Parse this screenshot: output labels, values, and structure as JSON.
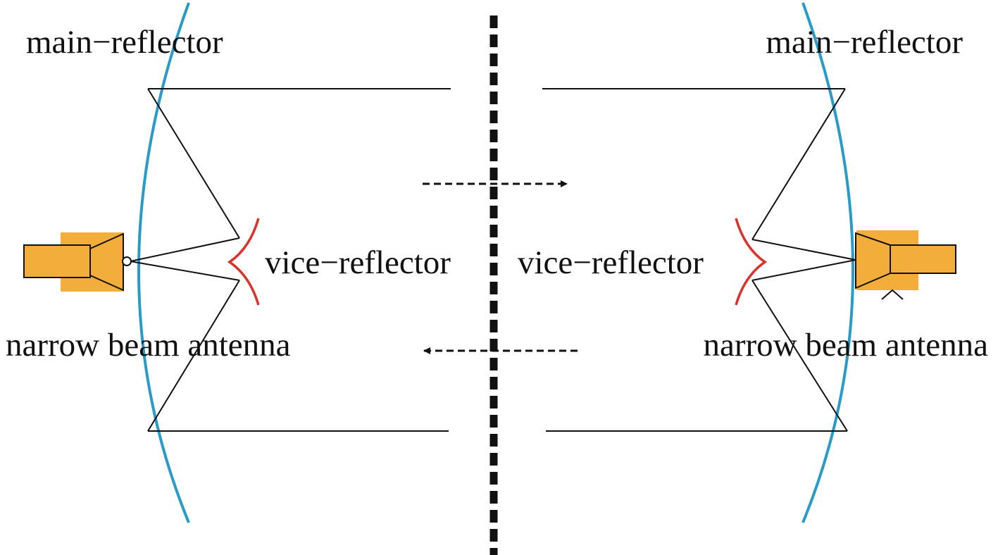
{
  "labels": {
    "main_reflector_left": "main−reflector",
    "main_reflector_right": "main−reflector",
    "vice_reflector_left": "vice−reflector",
    "vice_reflector_right": "vice−reflector",
    "narrow_beam_left": "narrow beam antenna",
    "narrow_beam_right": "narrow beam antenna"
  },
  "colors": {
    "main_reflector": "#2a9bc9",
    "vice_reflector": "#d9332b",
    "antenna_body": "#f2ad3a",
    "ray_line": "#111111",
    "divider": "#111111",
    "background": "#ffffff"
  },
  "icons": {
    "antenna_left": "feed-horn-icon",
    "antenna_right": "feed-horn-icon",
    "arrow_right": "dashed-arrow-right-icon",
    "arrow_left": "dashed-arrow-left-icon"
  }
}
